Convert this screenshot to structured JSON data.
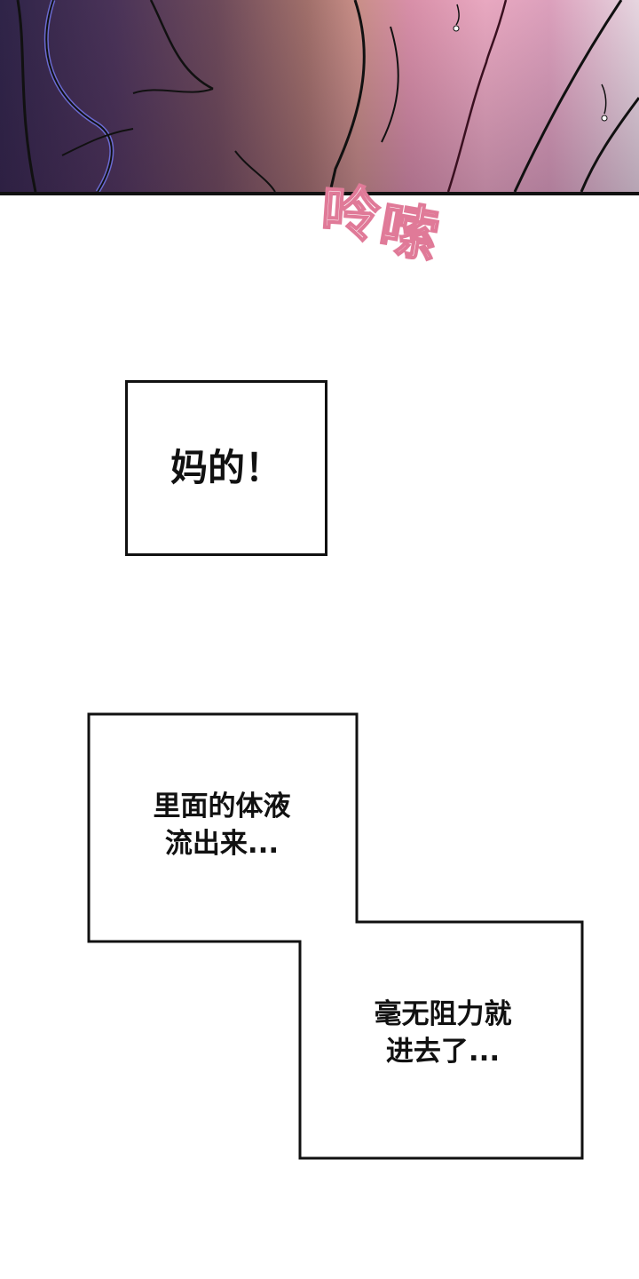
{
  "top_panel": {
    "description": "close-up illustration with pink and purple tones, sweat drops",
    "colors": {
      "left_shadow": "#2f2448",
      "mid_skin": "#a06f6a",
      "pink_skin": "#e8a8c0",
      "border": "#111111"
    },
    "sound_effect": {
      "chars": [
        "呤",
        "嗦"
      ],
      "fill": "#ffffff",
      "outline": "#e07a98"
    }
  },
  "captions": [
    {
      "lines": [
        "妈的！"
      ]
    },
    {
      "lines": [
        "里面的体液",
        "流出来..."
      ]
    },
    {
      "lines": [
        "毫无阻力就",
        "进去了..."
      ]
    }
  ]
}
